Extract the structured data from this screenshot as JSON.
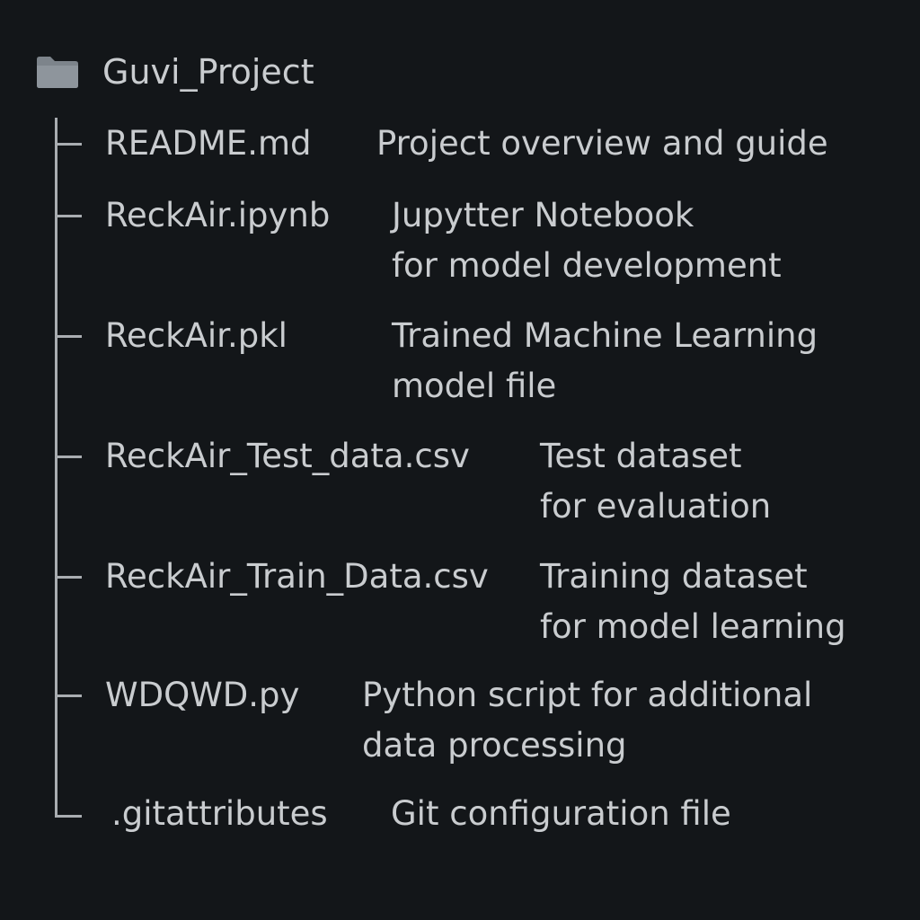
{
  "root": {
    "name": "Guvi_Project",
    "icon": "folder-icon"
  },
  "colors": {
    "background": "#131619",
    "text": "#c9cccf",
    "tree_line": "#a9adb1",
    "folder": "#7d848b"
  },
  "files": [
    {
      "name": "README.md",
      "description": "Project overview and guide"
    },
    {
      "name": "ReckAir.ipynb",
      "description": "Jupytter Notebook\nfor model development"
    },
    {
      "name": "ReckAir.pkl",
      "description": "Trained Machine Learning\nmodel file"
    },
    {
      "name": "ReckAir_Test_data.csv",
      "description": "Test dataset\nfor evaluation"
    },
    {
      "name": "ReckAir_Train_Data.csv",
      "description": "Training dataset\nfor model learning"
    },
    {
      "name": "WDQWD.py",
      "description": "Python script for additional\ndata processing"
    },
    {
      "name": ".gitattributes",
      "description": "Git configuration file"
    }
  ]
}
